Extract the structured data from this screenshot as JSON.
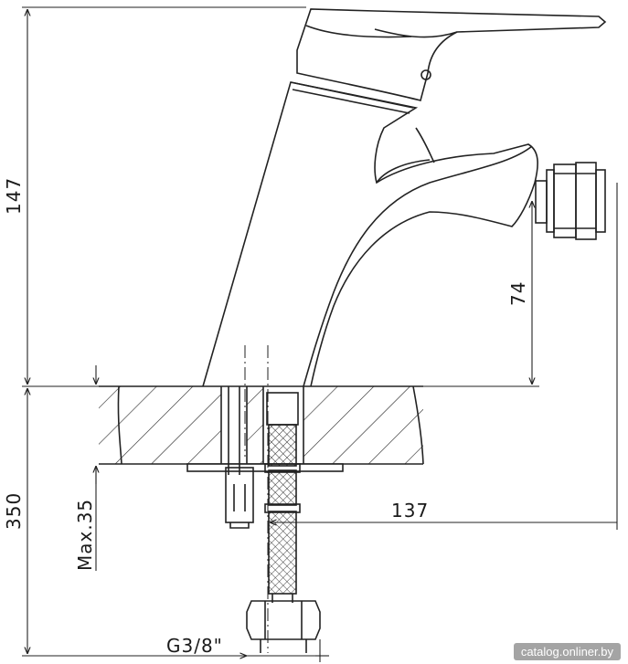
{
  "dimensions": {
    "total_height": "147",
    "spout_height": "74",
    "hose_length": "350",
    "max_thickness": "Max.35",
    "reach": "137",
    "thread": "G3/8\""
  },
  "watermark": "catalog.onliner.by"
}
